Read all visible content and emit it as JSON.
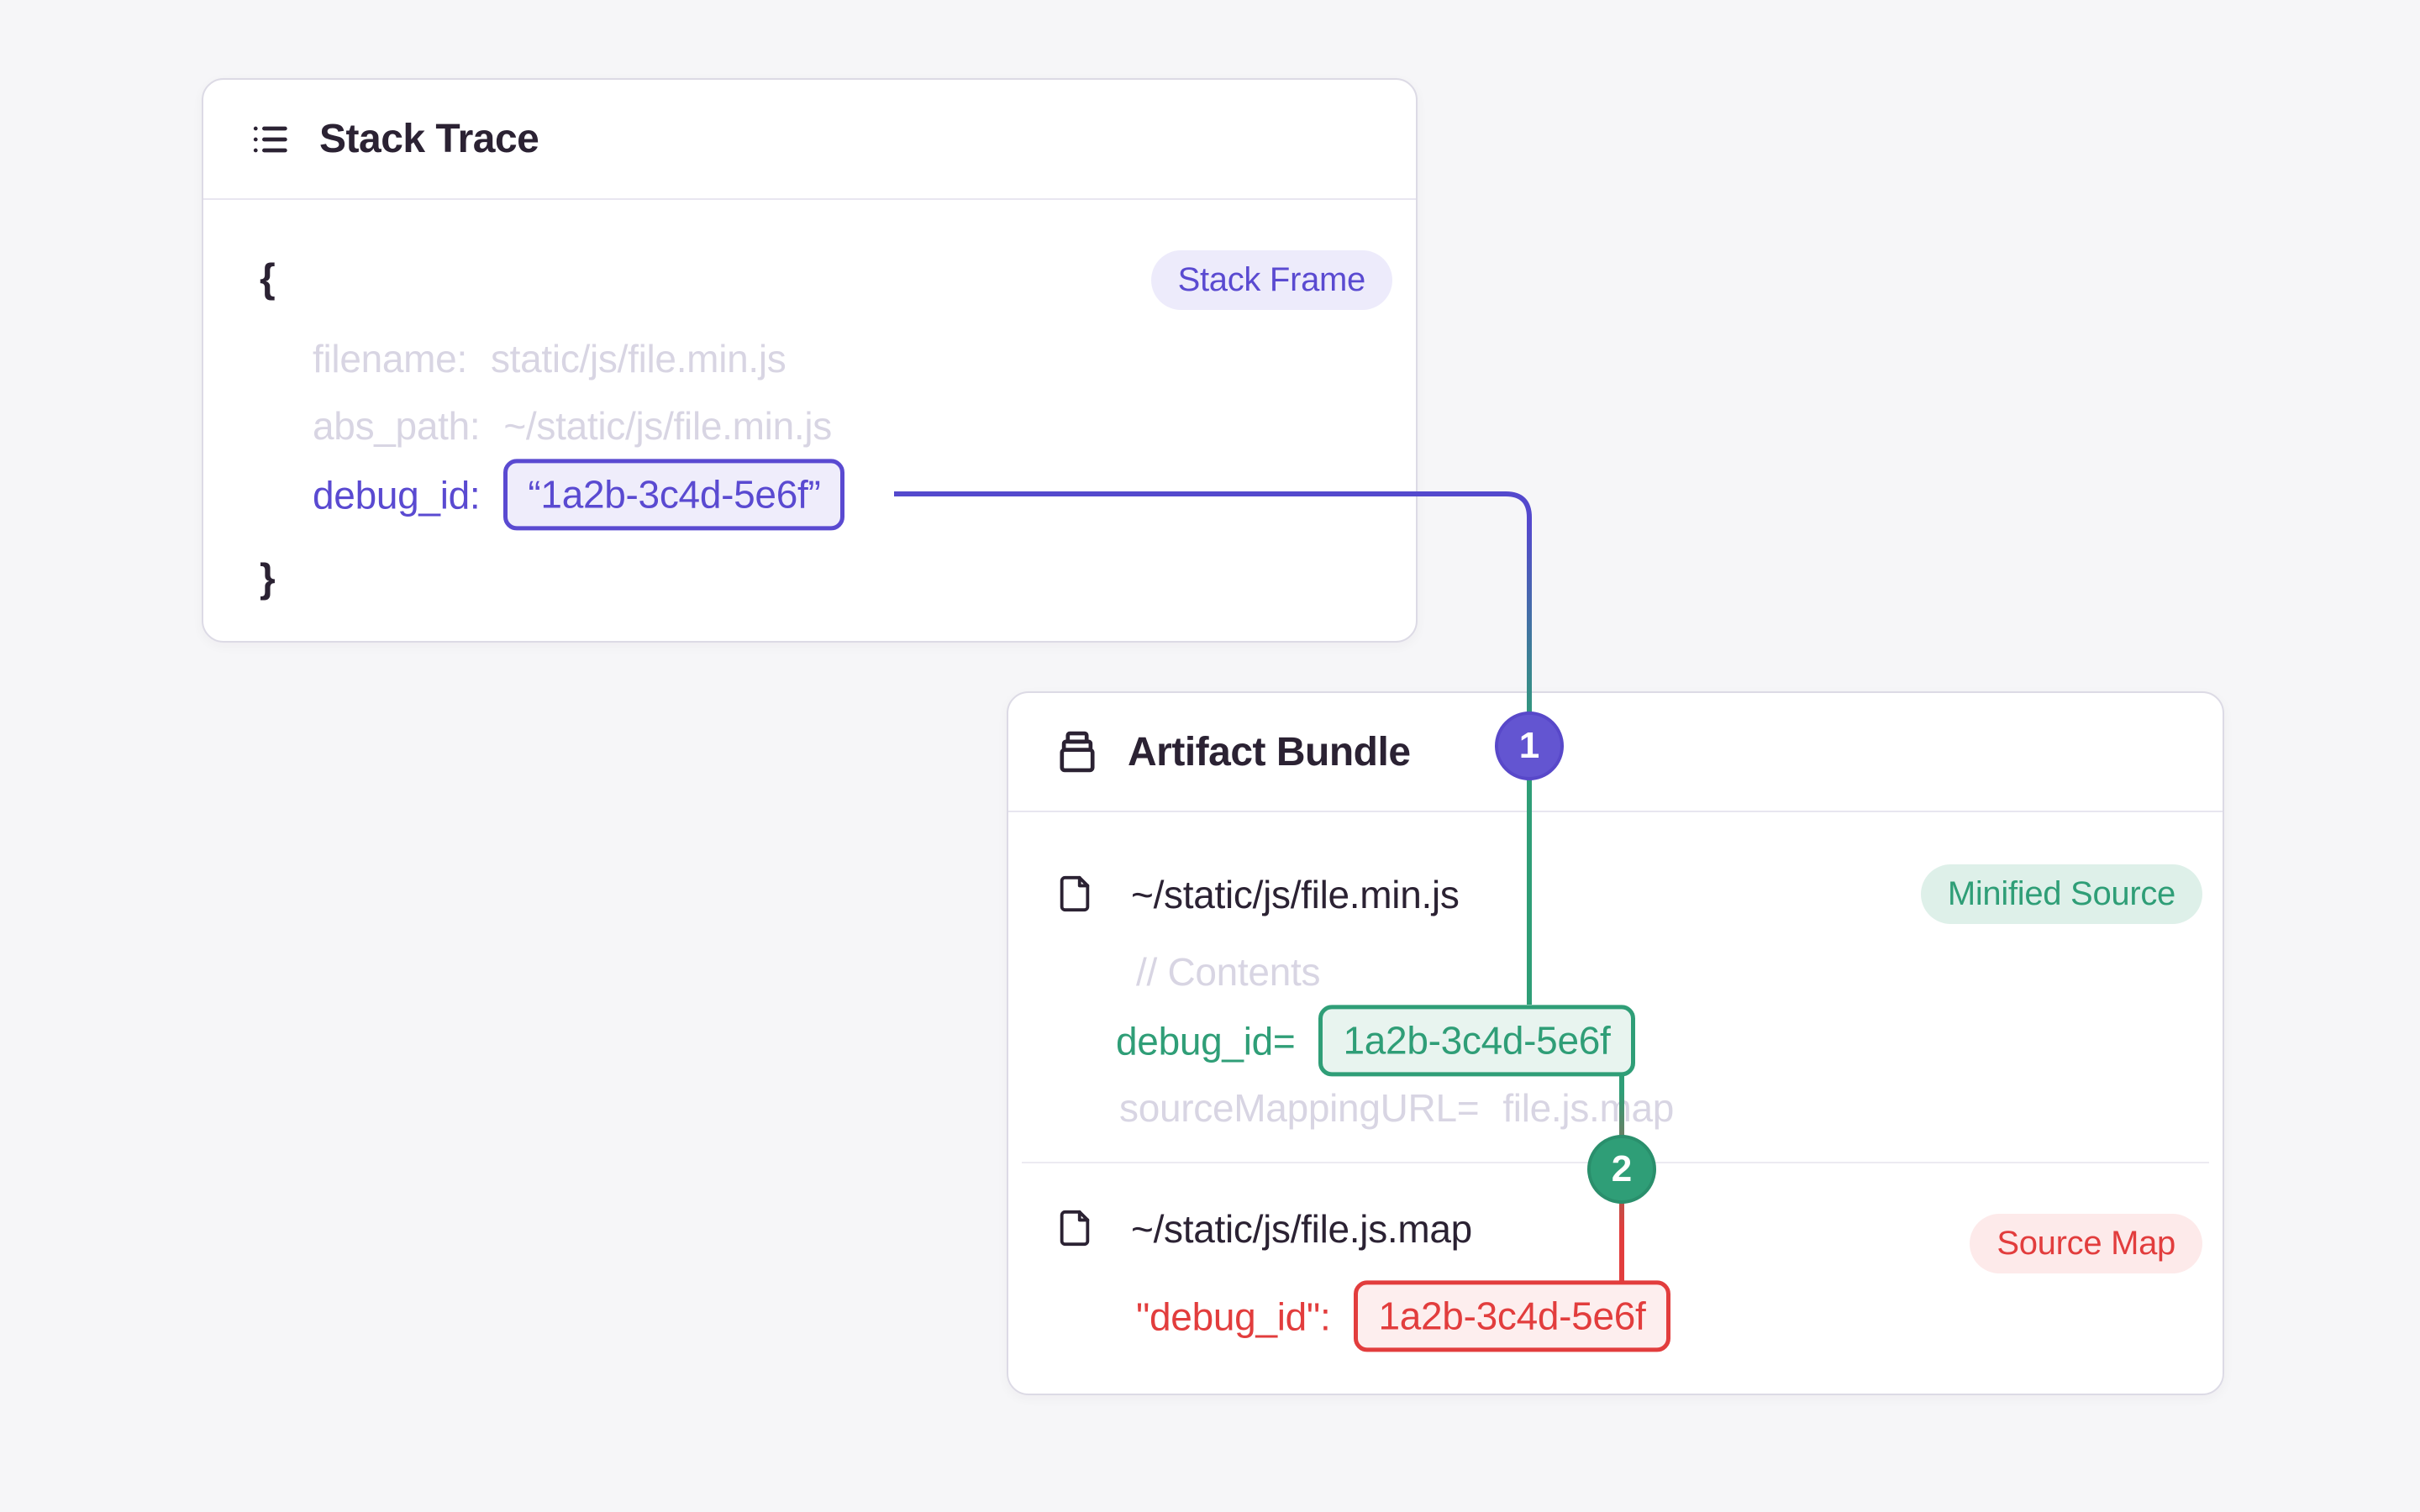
{
  "colors": {
    "background": "#f6f6f8",
    "card_border": "#dcdae5",
    "dark_text": "#2b2233",
    "muted_text": "#d8d5e3",
    "purple": "#5a4ad1",
    "green": "#2f9e77",
    "red": "#e23d3d"
  },
  "stack_trace": {
    "title": "Stack Trace",
    "icon": "list-icon",
    "frame_badge": "Stack Frame",
    "open_brace": "{",
    "close_brace": "}",
    "fields": [
      {
        "key": "filename:",
        "value": "static/js/file.min.js"
      },
      {
        "key": "abs_path:",
        "value": "~/static/js/file.min.js"
      },
      {
        "key": "debug_id:",
        "value": "“1a2b-3c4d-5e6f”"
      }
    ]
  },
  "artifact_bundle": {
    "title": "Artifact Bundle",
    "icon": "archive-box-icon",
    "files": [
      {
        "icon": "file-icon",
        "path": "~/static/js/file.min.js",
        "badge": "Minified Source",
        "comment": "// Contents",
        "debug_key": "debug_id=",
        "debug_value": "1a2b-3c4d-5e6f",
        "mapping_key": "sourceMappingURL=",
        "mapping_value": "file.js.map"
      },
      {
        "icon": "file-icon",
        "path": "~/static/js/file.js.map",
        "badge": "Source Map",
        "debug_key": "\"debug_id\":",
        "debug_value": "1a2b-3c4d-5e6f"
      }
    ]
  },
  "connectors": [
    {
      "label": "1",
      "color": "#6355d1"
    },
    {
      "label": "2",
      "color": "#2f9e77"
    }
  ]
}
